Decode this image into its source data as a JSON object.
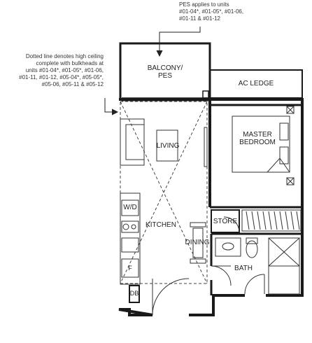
{
  "annotations": {
    "pes_note": "PES applies to units\n#01-04*, #01-05*, #01-06,\n#01-11 & #01-12",
    "ceiling_note": "Dotted line denotes high ceiling\ncomplete with bulkheads at\nunits #01-04*, #01-05*, #01-06,\n#01-11, #01-12, #05-04*, #05-05*,\n#05-06, #05-11 & #05-12"
  },
  "rooms": {
    "balcony": "BALCONY/\nPES",
    "ac_ledge": "AC LEDGE",
    "living": "LIVING",
    "master_bedroom": "MASTER\nBEDROOM",
    "store": "STORE",
    "kitchen": "KITCHEN",
    "dining": "DINING",
    "bath": "BATH",
    "washer_dryer": "W/D",
    "db": "DB",
    "fridge": "F"
  },
  "colors": {
    "wall": "#1a1a1a",
    "line": "#333333",
    "dashed": "#444444"
  }
}
